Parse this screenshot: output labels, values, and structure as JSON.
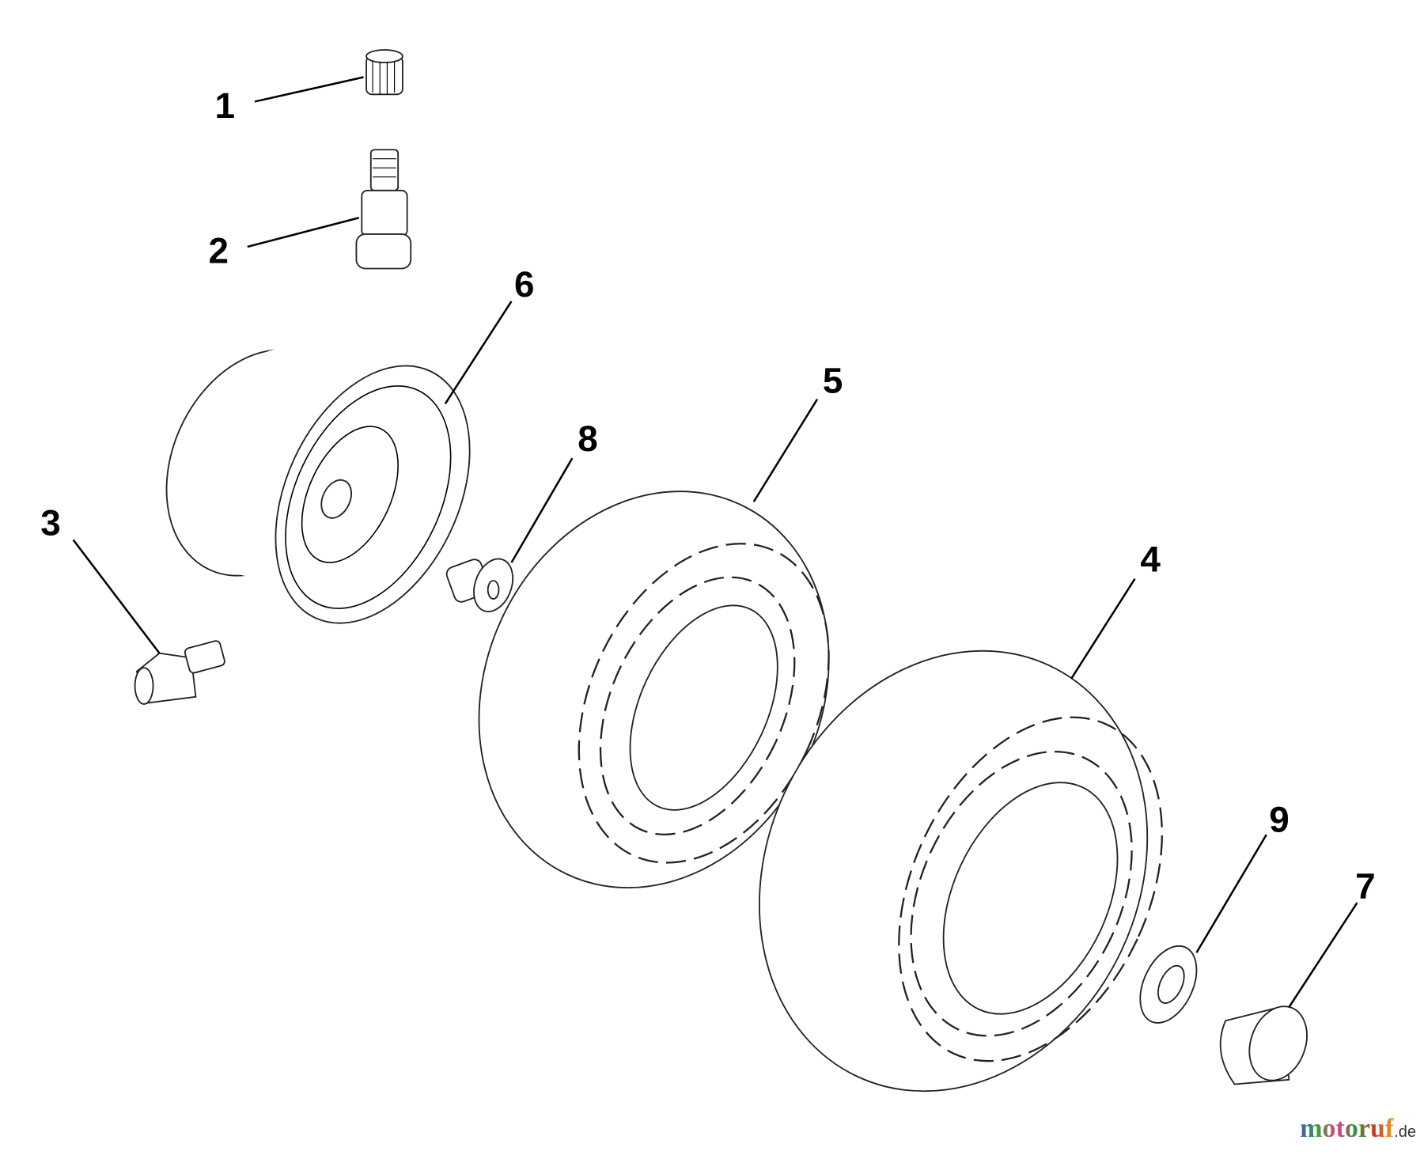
{
  "diagram": {
    "callouts": [
      "1",
      "2",
      "3",
      "4",
      "5",
      "6",
      "7",
      "8",
      "9"
    ]
  },
  "watermark": {
    "text": "motoruf",
    "suffix": ".de"
  }
}
